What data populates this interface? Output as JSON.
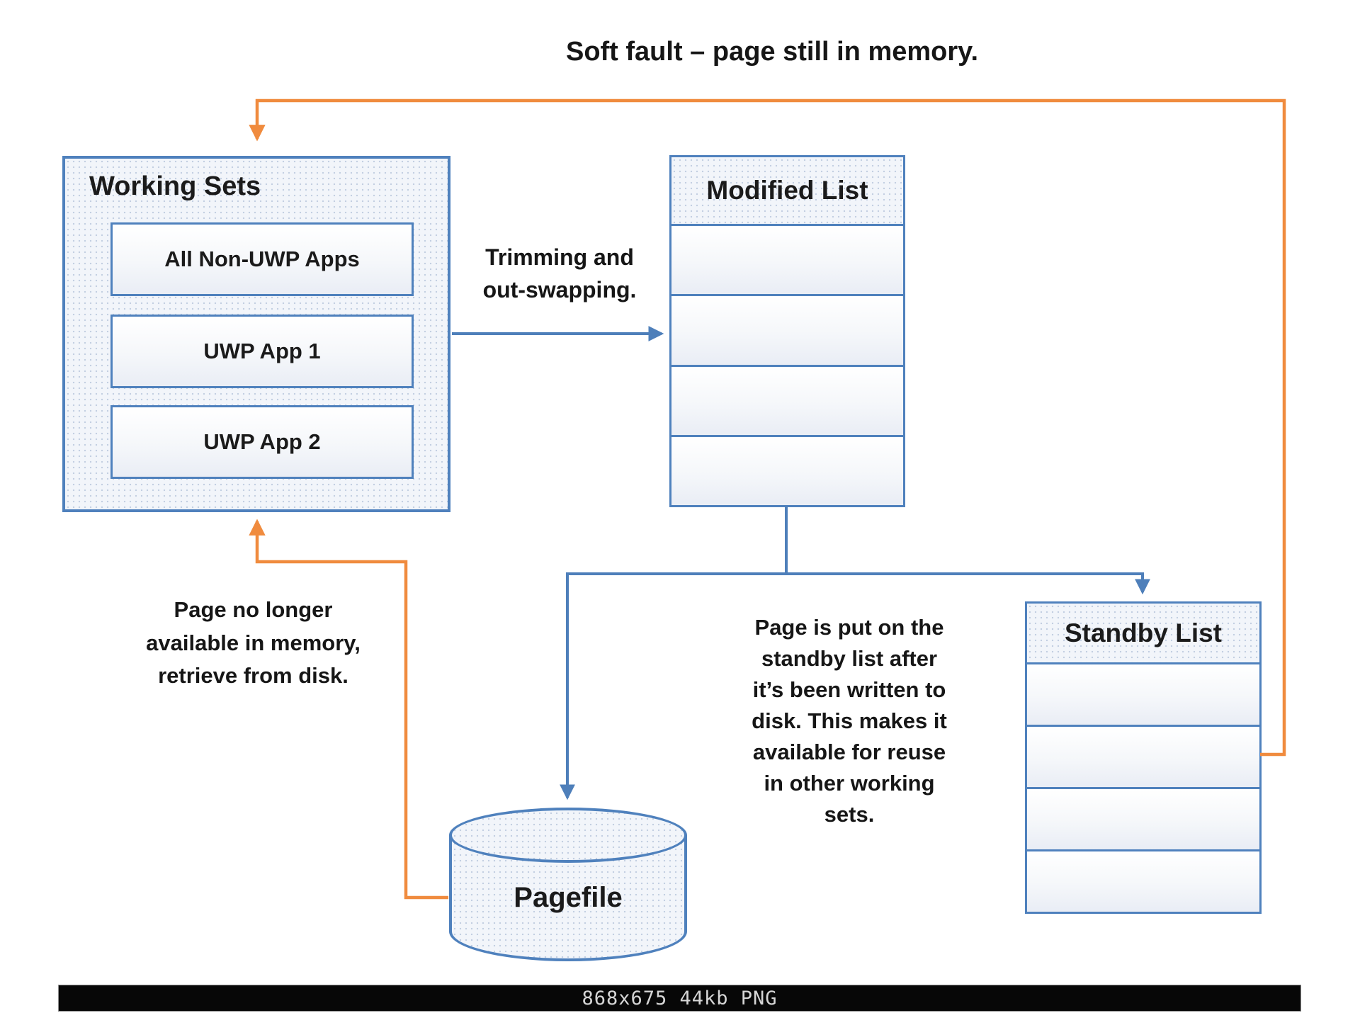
{
  "diagram": {
    "description": "Windows memory management flow diagram",
    "labels": {
      "soft_fault": "Soft fault – page still in memory.",
      "trimming": "Trimming and\nout-swapping.",
      "page_no_longer": "Page no longer\navailable in memory,\nretrieve from disk.",
      "standby_note": "Page is put on the\nstandby list after\nit’s been written to\ndisk. This makes it\navailable for reuse\nin other working\nsets."
    },
    "working_sets": {
      "title": "Working Sets",
      "items": [
        "All Non-UWP Apps",
        "UWP App 1",
        "UWP App 2"
      ]
    },
    "modified_list": {
      "title": "Modified List",
      "rows": 4
    },
    "standby_list": {
      "title": "Standby List",
      "rows": 4
    },
    "pagefile": {
      "title": "Pagefile"
    },
    "colors": {
      "border_blue": "#4f81bd",
      "connector_blue": "#4e7fba",
      "connector_orange": "#f08b3e",
      "box_fill": "#f2f5fa",
      "text": "#1b1b1b",
      "statusbar_bg": "#070707",
      "statusbar_text": "#d6d6d6"
    }
  },
  "status_bar": {
    "text": "868x675 44kb PNG"
  }
}
